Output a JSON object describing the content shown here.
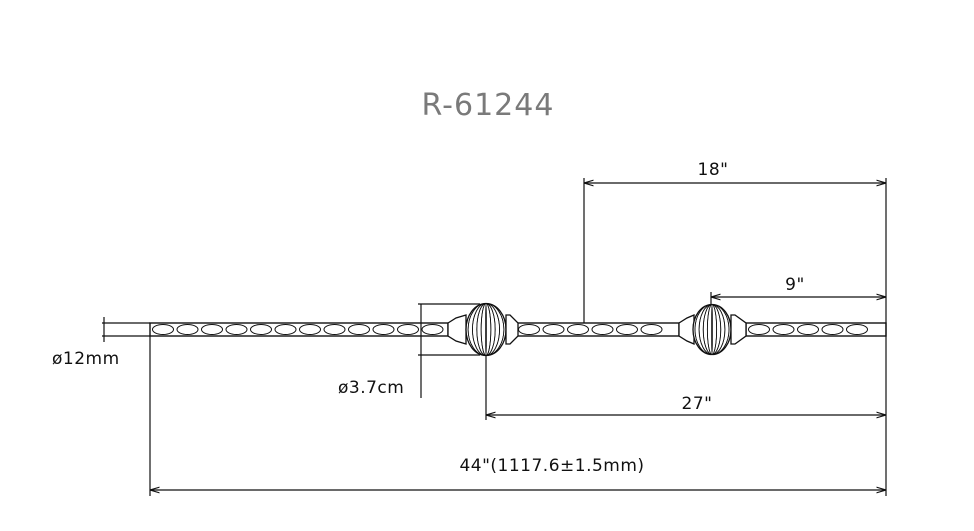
{
  "drawing": {
    "part_number": "R-61244",
    "dimensions": {
      "baluster_diameter": "ø12mm",
      "knuckle_diameter": "ø3.7cm",
      "overall_length": "44\"(1117.6±1.5mm)",
      "upper_knuckle_position": "18\"",
      "lower_knuckle_position": "9\"",
      "knuckle_span": "27\""
    }
  }
}
